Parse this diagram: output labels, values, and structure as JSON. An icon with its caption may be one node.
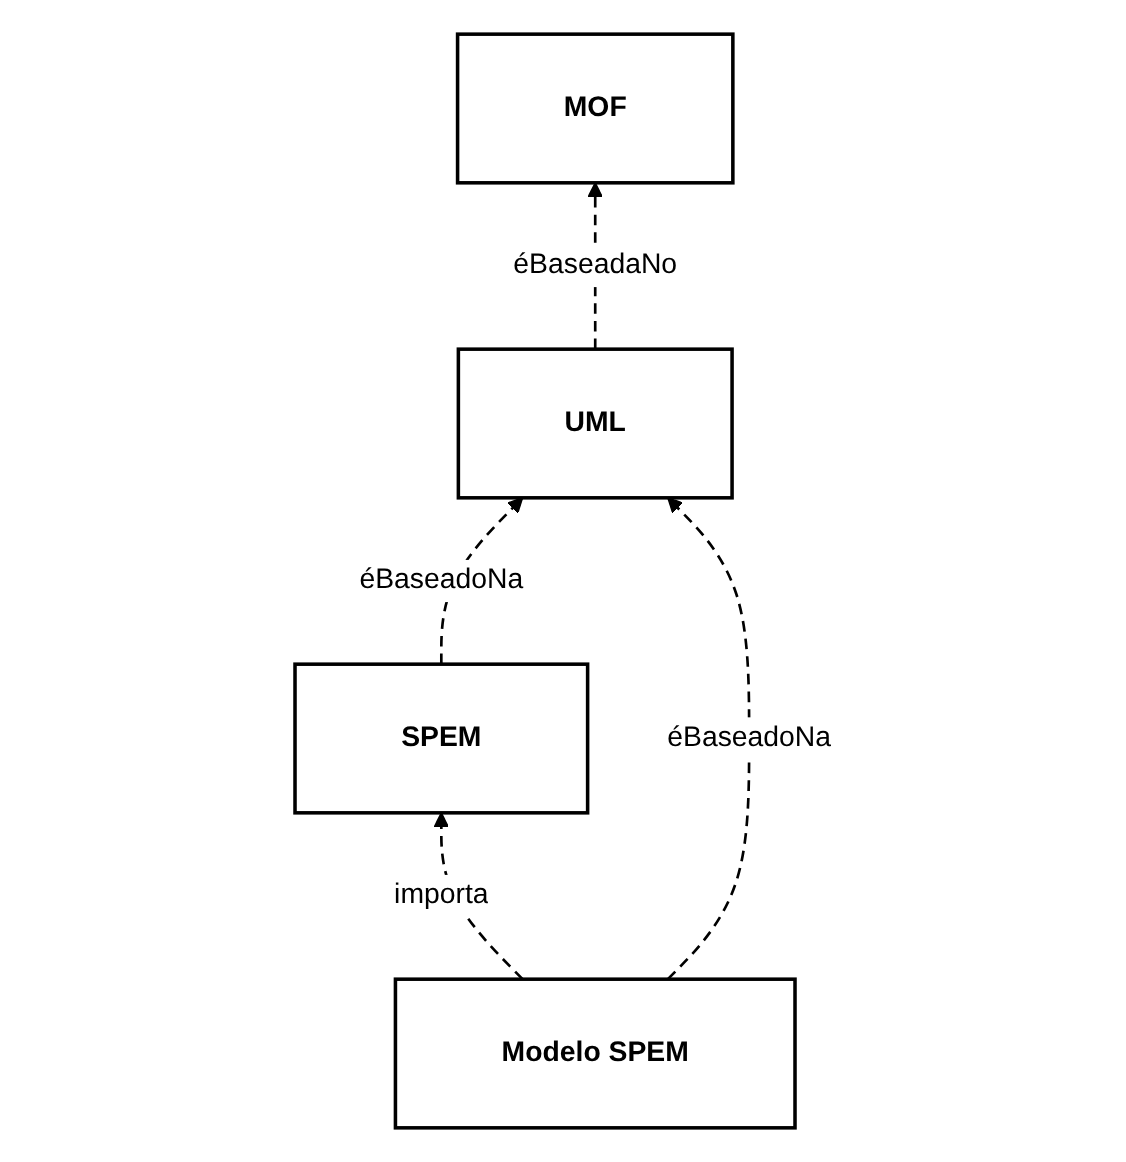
{
  "diagram": {
    "nodes": [
      {
        "text": [
          "MOF"
        ]
      },
      {
        "text": [
          "UML"
        ]
      },
      {
        "text": [
          "SPEM"
        ]
      },
      {
        "text": [
          "Modelo SPEM"
        ]
      }
    ],
    "edges": [
      {
        "from": 1,
        "to": 0,
        "arrow": "to",
        "style": "dashed",
        "label": "éBaseadaNo"
      },
      {
        "from": 2,
        "to": 1,
        "arrow": "to",
        "style": "dashed",
        "label": "éBaseadoNa"
      },
      {
        "from": 3,
        "to": 1,
        "arrow": "to",
        "style": "dashed",
        "label": "éBaseadoNa"
      },
      {
        "from": 3,
        "to": 2,
        "arrow": "to",
        "style": "dashed",
        "label": "importa"
      }
    ]
  }
}
